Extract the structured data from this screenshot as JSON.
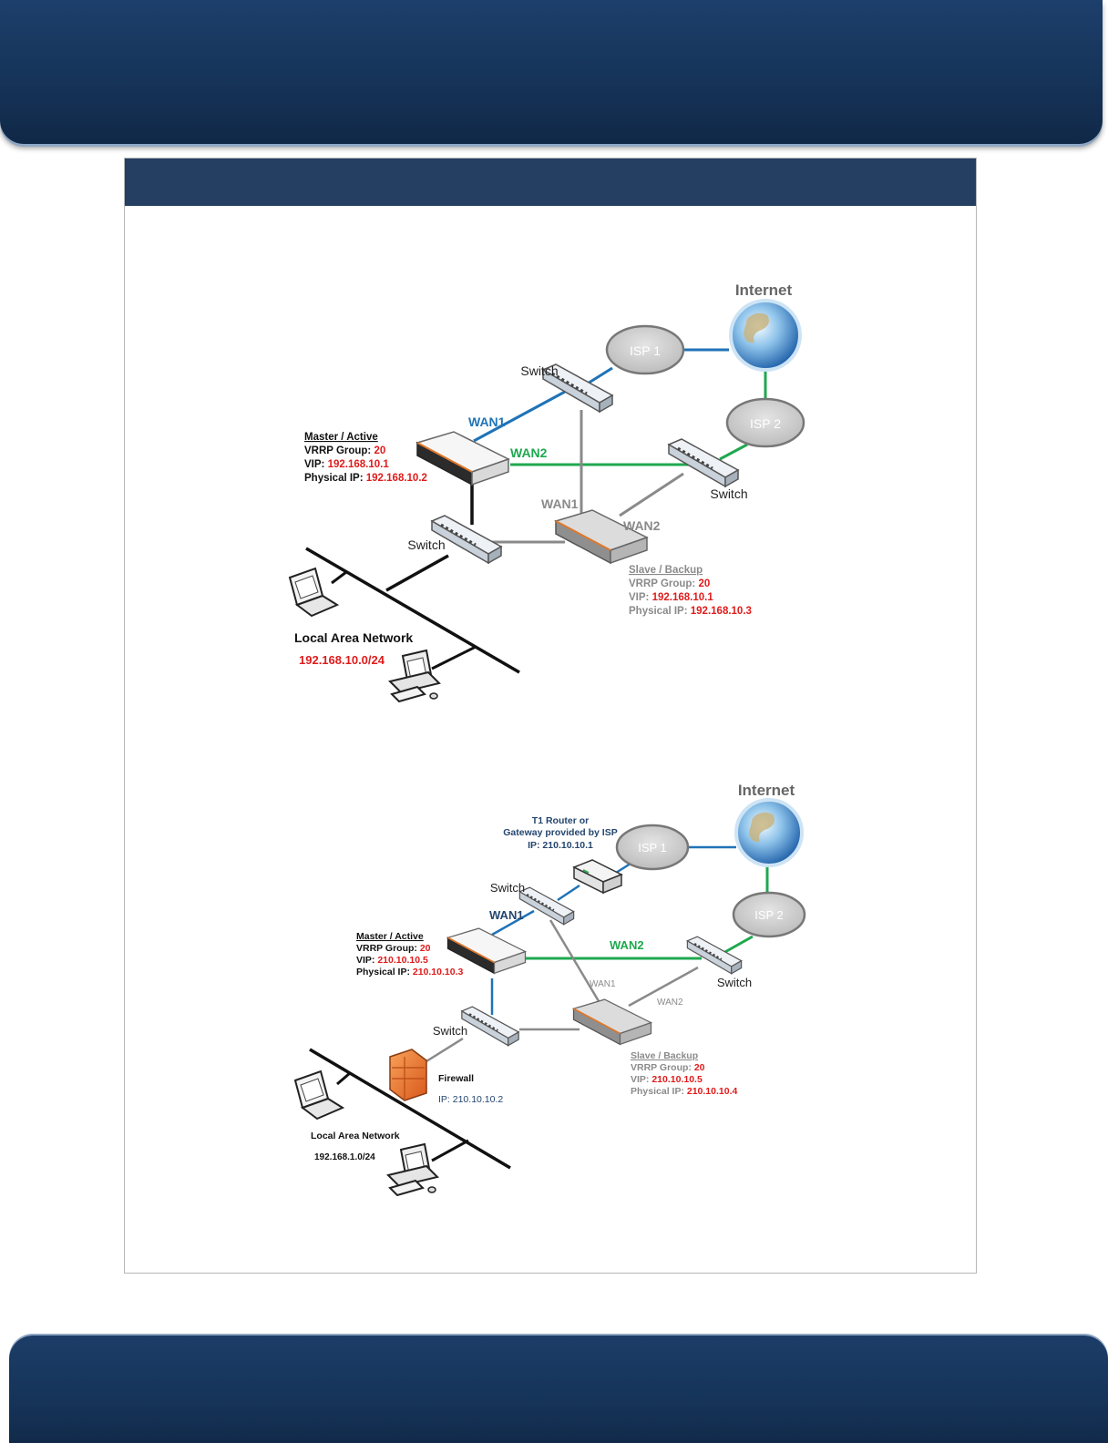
{
  "diagram1": {
    "internet_label": "Internet",
    "isp1": "ISP 1",
    "isp2": "ISP 2",
    "switch_label": "Switch",
    "wan1": "WAN1",
    "wan2": "WAN2",
    "master": {
      "title": "Master / Active",
      "group_key": "VRRP Group: ",
      "group_val": "20",
      "vip_key": "VIP: ",
      "vip_val": "192.168.10.1",
      "phys_key": "Physical IP: ",
      "phys_val": "192.168.10.2"
    },
    "slave": {
      "title": "Slave / Backup",
      "group_key": "VRRP Group: ",
      "group_val": "20",
      "vip_key": "VIP: ",
      "vip_val": "192.168.10.1",
      "phys_key": "Physical IP: ",
      "phys_val": "192.168.10.3"
    },
    "lan_label": "Local Area Network",
    "lan_subnet": "192.168.10.0/24"
  },
  "diagram2": {
    "internet_label": "Internet",
    "isp1": "ISP 1",
    "isp2": "ISP 2",
    "switch_label": "Switch",
    "wan1": "WAN1",
    "wan2": "WAN2",
    "t1_line1": "T1 Router or",
    "t1_line2": "Gateway provided by ISP",
    "t1_ip": "IP: 210.10.10.1",
    "master": {
      "title": "Master / Active",
      "group_key": "VRRP Group: ",
      "group_val": "20",
      "vip_key": "VIP: ",
      "vip_val": "210.10.10.5",
      "phys_key": "Physical IP: ",
      "phys_val": "210.10.10.3"
    },
    "slave": {
      "title": "Slave / Backup",
      "group_key": "VRRP Group: ",
      "group_val": "20",
      "vip_key": "VIP: ",
      "vip_val": "210.10.10.5",
      "phys_key": "Physical IP: ",
      "phys_val": "210.10.10.4"
    },
    "firewall_label": "Firewall",
    "firewall_ip": "IP: 210.10.10.2",
    "lan_label": "Local Area Network",
    "lan_subnet": "192.168.1.0/24"
  },
  "colors": {
    "banner": "#163459",
    "panel_header": "#243f62",
    "wan1_link": "#1f73b7",
    "wan2_link": "#1fa84f",
    "backup_link": "#8a8a8a",
    "ip_red": "#e01b1b"
  }
}
